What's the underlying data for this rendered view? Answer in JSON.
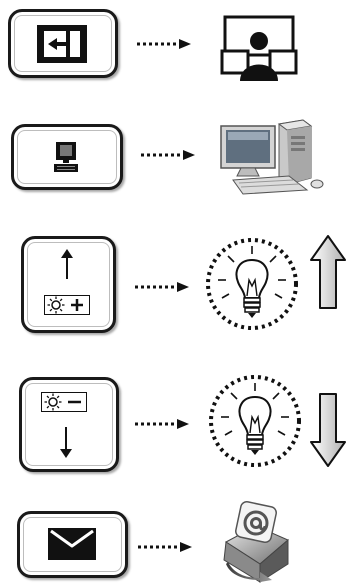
{
  "diagram": {
    "rows": [
      {
        "key": "input-source-key",
        "key_icon": "input-switch-icon",
        "result": "multi-display-user-icon"
      },
      {
        "key": "computer-mode-key",
        "key_icon": "computer-icon",
        "result": "desktop-computer-icon"
      },
      {
        "key": "brightness-up-key",
        "key_icon": "brightness-plus-icon",
        "result": "lightbulb-icon",
        "indicator": "increase-arrow-icon"
      },
      {
        "key": "brightness-down-key",
        "key_icon": "brightness-minus-icon",
        "result": "lightbulb-icon",
        "indicator": "decrease-arrow-icon"
      },
      {
        "key": "email-key",
        "key_icon": "envelope-icon",
        "result": "email-at-sign-icon"
      }
    ],
    "connector": "dotted-arrow"
  }
}
